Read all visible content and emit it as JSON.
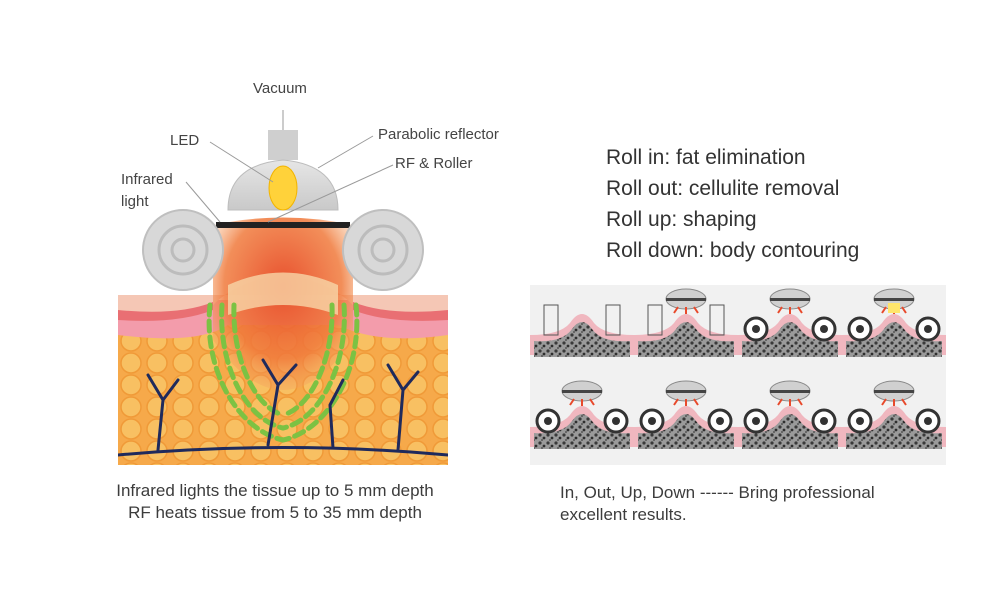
{
  "diagram": {
    "labels": {
      "vacuum": "Vacuum",
      "led": "LED",
      "parabolic": "Parabolic reflector",
      "rf_roller": "RF & Roller",
      "infrared_1": "Infrared",
      "infrared_2": "light"
    },
    "caption_lines": [
      "Infrared lights the tissue up to 5 mm depth",
      "RF heats tissue from 5 to 35 mm depth"
    ]
  },
  "modes": {
    "items": [
      "Roll in: fat elimination",
      "Roll out: cellulite removal",
      "Roll up: shaping",
      "Roll down: body contouring"
    ],
    "caption_lines": [
      "In, Out, Up, Down ------ Bring professional",
      "excellent results."
    ]
  },
  "colors": {
    "skin_pink": "#f4a6b3",
    "fat_orange": "#f29a3a",
    "rf_green": "#7cc243",
    "vessel_navy": "#1f2a5c",
    "led_yellow": "#ffd23a",
    "head_gray": "#d9d9d9"
  }
}
